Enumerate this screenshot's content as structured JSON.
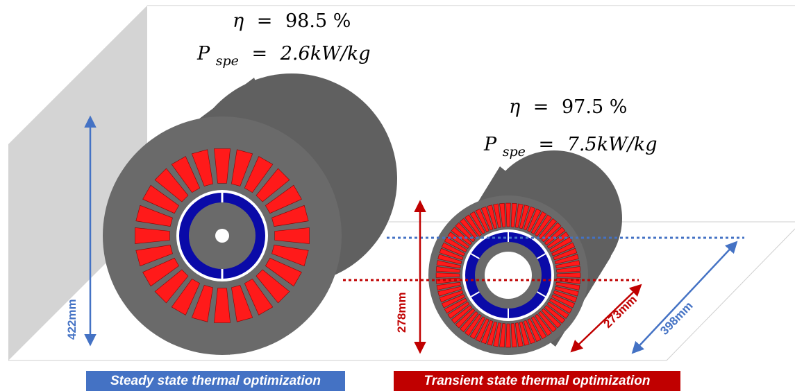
{
  "colors": {
    "housing": "#606060",
    "housing_face": "#6a6a6a",
    "winding": "#ff1a1a",
    "winding_edge": "#8b0000",
    "magnet": "#0a0aa8",
    "wall": "#d4d4d4",
    "floor_line": "#d0d0d0",
    "steady_accent": "#4472c4",
    "transient_accent": "#c00000"
  },
  "steady_motor": {
    "efficiency": {
      "symbol": "η",
      "equals": "=",
      "value": "98.5 %"
    },
    "specific_power": {
      "symbol": "P",
      "subscript": "spe",
      "equals": "=",
      "value": "2.6kW/kg"
    },
    "height_label": "422mm",
    "caption": "Steady state thermal  optimization",
    "slot_count": 24
  },
  "transient_motor": {
    "efficiency": {
      "symbol": "η",
      "equals": "=",
      "value": "97.5 %"
    },
    "specific_power": {
      "symbol": "P",
      "subscript": "spe",
      "equals": "=",
      "value": "7.5kW/kg"
    },
    "height_label": "278mm",
    "length_label": "273mm",
    "caption": "Transient state thermal optimization",
    "slot_count": 72
  },
  "depth_label": "398mm"
}
